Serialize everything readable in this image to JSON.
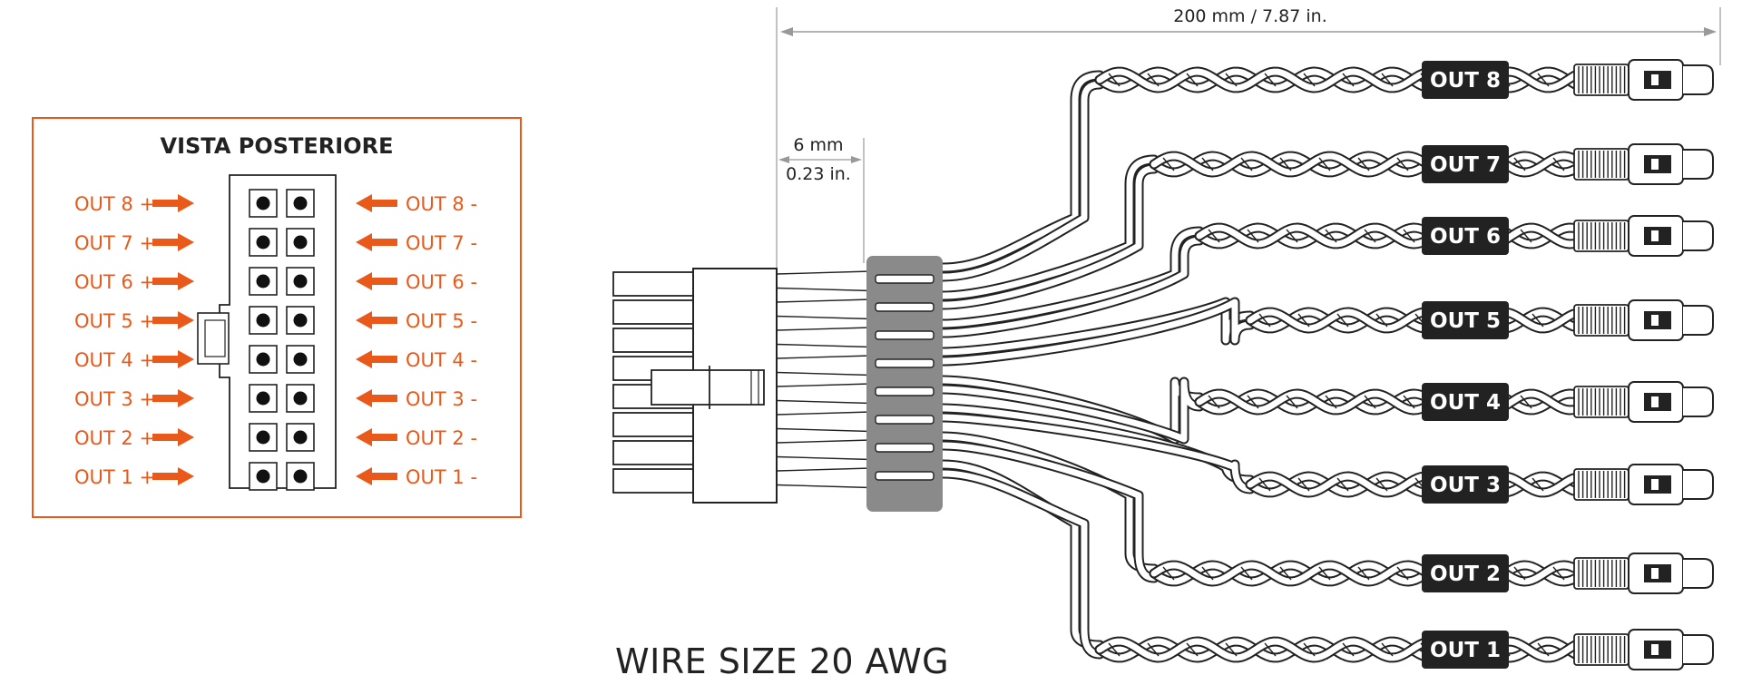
{
  "legend": {
    "title": "VISTA POSTERIORE",
    "rows": [
      {
        "plus": "OUT 8 +",
        "minus": "OUT 8 -"
      },
      {
        "plus": "OUT 7 +",
        "minus": "OUT 7 -"
      },
      {
        "plus": "OUT 6 +",
        "minus": "OUT 6 -"
      },
      {
        "plus": "OUT 5 +",
        "minus": "OUT 5 -"
      },
      {
        "plus": "OUT 4 +",
        "minus": "OUT 4 -"
      },
      {
        "plus": "OUT 3 +",
        "minus": "OUT 3 -"
      },
      {
        "plus": "OUT 2 +",
        "minus": "OUT 2 -"
      },
      {
        "plus": "OUT 1 +",
        "minus": "OUT 1 -"
      }
    ]
  },
  "dimensions": {
    "total_length": "200 mm / 7.87 in.",
    "strip_length_mm": "6 mm",
    "strip_length_in": "0.23 in."
  },
  "outputs": [
    "OUT 8",
    "OUT 7",
    "OUT 6",
    "OUT 5",
    "OUT 4",
    "OUT 3",
    "OUT 2",
    "OUT 1"
  ],
  "wire_size": "WIRE SIZE 20 AWG",
  "colors": {
    "accent": "#e8591a",
    "tag_background": "#222222",
    "sleeve": "#8a8a8a",
    "line": "#222222"
  }
}
